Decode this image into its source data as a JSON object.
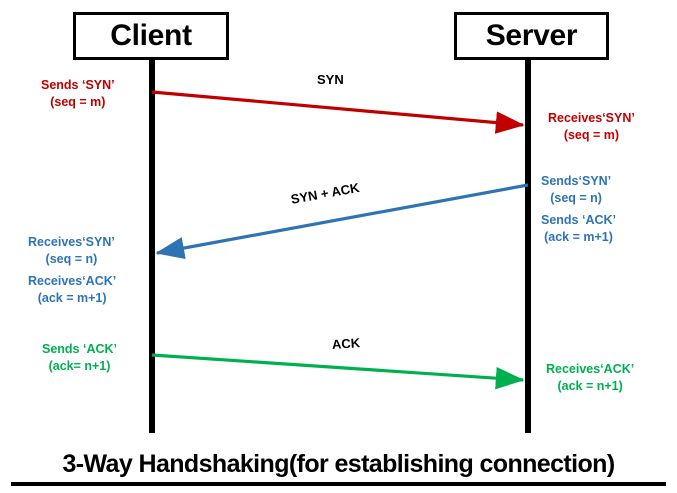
{
  "diagram": {
    "title": "3-Way Handshaking(for establishing connection)",
    "nodes": {
      "client": "Client",
      "server": "Server"
    },
    "messages": [
      {
        "label": "SYN",
        "color": "#c00000",
        "direction": "client-to-server"
      },
      {
        "label": "SYN + ACK",
        "color": "#2e74b5",
        "direction": "server-to-client"
      },
      {
        "label": "ACK",
        "color": "#00b050",
        "direction": "client-to-server"
      }
    ],
    "annotations": {
      "client_sends_syn": {
        "line1": "Sends ‘SYN’",
        "line2": "(seq = m)",
        "color": "#c00000"
      },
      "server_receives_syn": {
        "line1": "Receives‘SYN’",
        "line2": "(seq = m)",
        "color": "#c00000"
      },
      "server_sends_syn": {
        "line1": "Sends‘SYN’",
        "line2": "(seq = n)",
        "color": "#2e74b5"
      },
      "server_sends_ack": {
        "line1": "Sends ‘ACK’",
        "line2": "(ack = m+1)",
        "color": "#2e74b5"
      },
      "client_receives_syn": {
        "line1": "Receives‘SYN’",
        "line2": "(seq = n)",
        "color": "#2e74b5"
      },
      "client_receives_ack": {
        "line1": "Receives‘ACK’",
        "line2": "(ack = m+1)",
        "color": "#2e74b5"
      },
      "client_sends_ack": {
        "line1": "Sends ‘ACK’",
        "line2": "(ack= n+1)",
        "color": "#00b050"
      },
      "server_receives_ack": {
        "line1": "Receives‘ACK’",
        "line2": "(ack = n+1)",
        "color": "#00b050"
      }
    },
    "colors": {
      "lifeline": "#000000",
      "red": "#c00000",
      "blue": "#2e74b5",
      "green": "#00b050",
      "background": "#ffffff"
    }
  }
}
